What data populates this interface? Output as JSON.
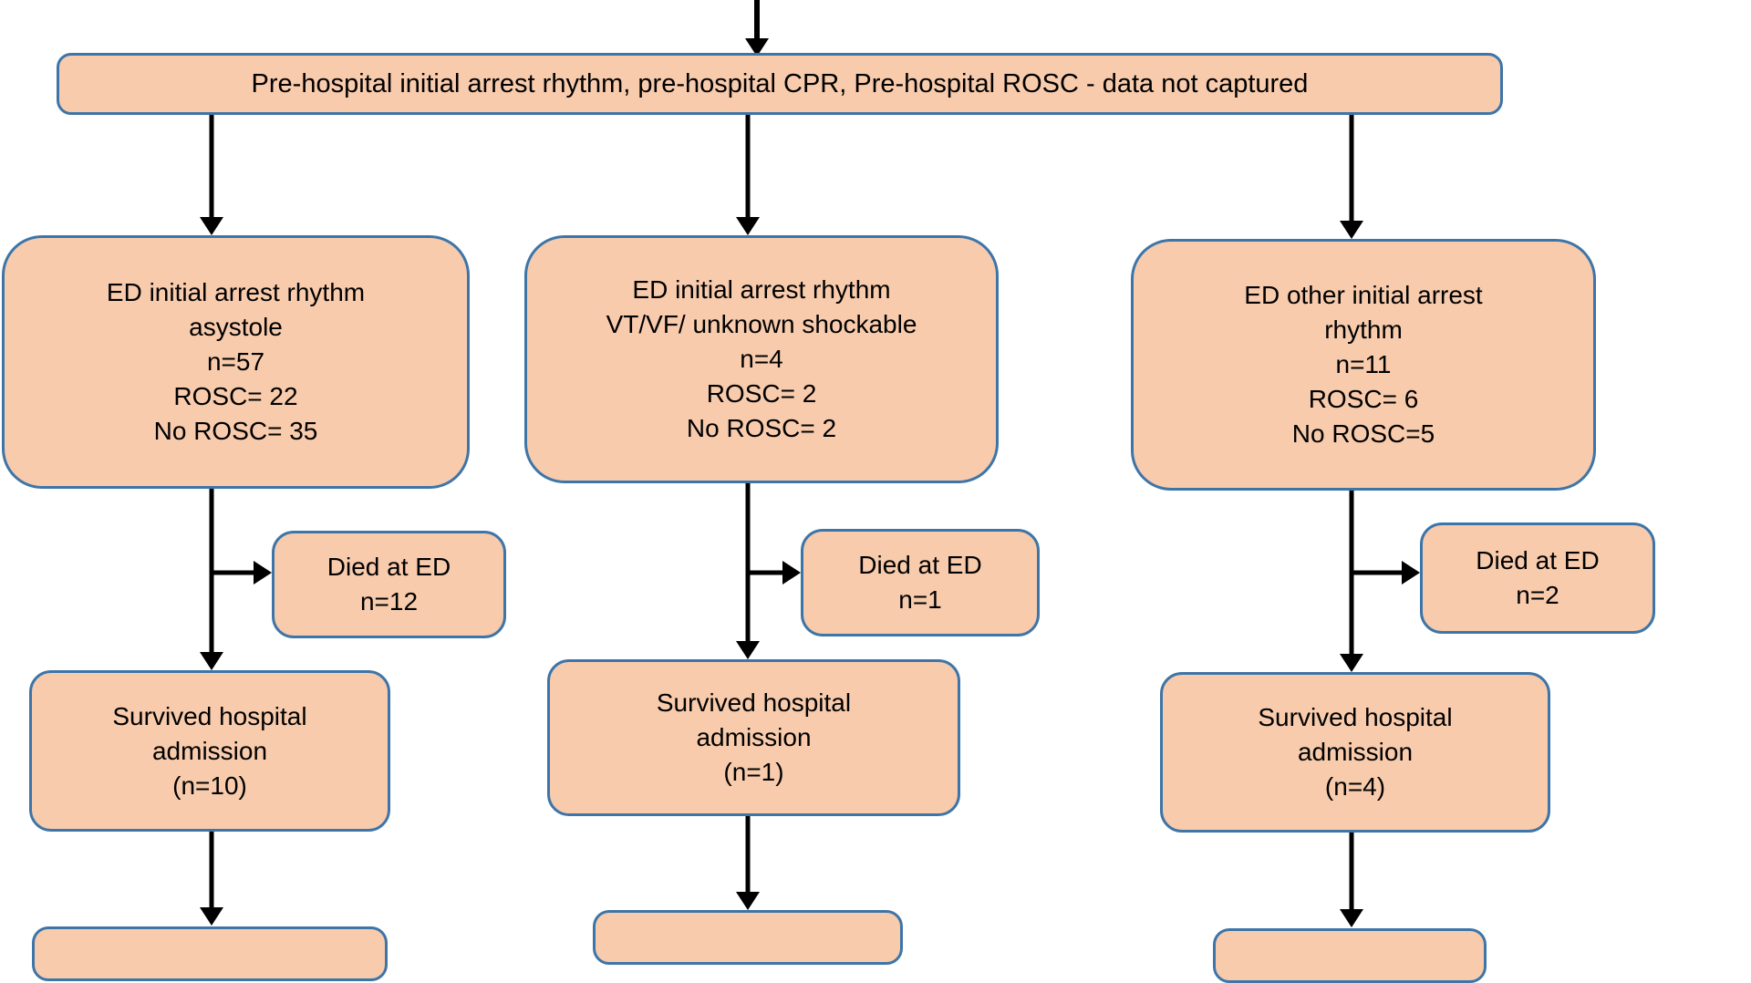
{
  "flowchart": {
    "top_note": "Pre-hospital initial arrest rhythm, pre-hospital CPR, Pre-hospital ROSC - data not captured",
    "columns": [
      {
        "id": "asystole",
        "rhythm_lines": [
          "ED initial arrest rhythm",
          "asystole",
          "n=57",
          "ROSC= 22",
          "No ROSC= 35"
        ],
        "died_lines": [
          "Died at ED",
          "n=12"
        ],
        "survived_lines": [
          "Survived hospital",
          "admission",
          "(n=10)"
        ]
      },
      {
        "id": "vt-vf-unknown-shockable",
        "rhythm_lines": [
          "ED initial arrest rhythm",
          "VT/VF/ unknown shockable",
          "n=4",
          "ROSC= 2",
          "No ROSC= 2"
        ],
        "died_lines": [
          "Died at ED",
          "n=1"
        ],
        "survived_lines": [
          "Survived hospital",
          "admission",
          "(n=1)"
        ]
      },
      {
        "id": "other-rhythm",
        "rhythm_lines": [
          "ED other initial arrest",
          "rhythm",
          "n=11",
          "ROSC= 6",
          "No ROSC=5"
        ],
        "died_lines": [
          "Died at ED",
          "n=2"
        ],
        "survived_lines": [
          "Survived hospital",
          "admission",
          "(n=4)"
        ]
      }
    ],
    "colors": {
      "box_fill": "#F8CBAD",
      "box_border": "#3E75A8",
      "arrow": "#000000",
      "text": "#000000"
    }
  }
}
